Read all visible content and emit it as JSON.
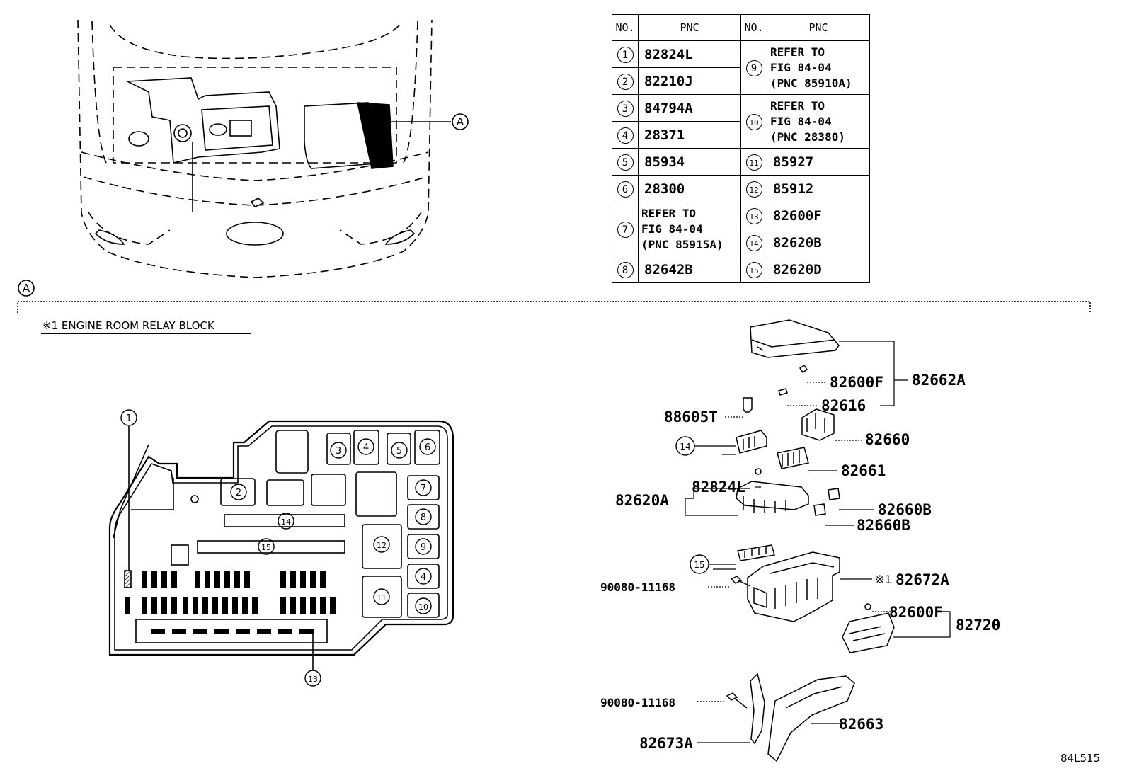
{
  "table": {
    "header": {
      "no": "NO.",
      "pnc": "PNC"
    },
    "rows": [
      {
        "no": "1",
        "pnc": "82824L"
      },
      {
        "no": "2",
        "pnc": "82210J"
      },
      {
        "no": "3",
        "pnc": "84794A"
      },
      {
        "no": "4",
        "pnc": "28371"
      },
      {
        "no": "5",
        "pnc": "85934"
      },
      {
        "no": "6",
        "pnc": "28300"
      },
      {
        "no": "7",
        "pnc": [
          "REFER TO",
          "FIG 84-04",
          "(PNC 85915A)"
        ]
      },
      {
        "no": "8",
        "pnc": "82642B"
      },
      {
        "no": "9",
        "pnc": [
          "REFER TO",
          "FIG 84-04",
          "(PNC 85910A)"
        ]
      },
      {
        "no": "10",
        "pnc": [
          "REFER TO",
          "FIG 84-04",
          "(PNC 28380)"
        ]
      },
      {
        "no": "11",
        "pnc": "85927"
      },
      {
        "no": "12",
        "pnc": "85912"
      },
      {
        "no": "13",
        "pnc": "82600F"
      },
      {
        "no": "14",
        "pnc": "82620B"
      },
      {
        "no": "15",
        "pnc": "82620D"
      }
    ]
  },
  "callout_a": "A",
  "section_title": "※1 ENGINE ROOM RELAY BLOCK",
  "parts": {
    "p82662A": "82662A",
    "p82600F_top": "82600F",
    "p82616": "82616",
    "p88605T": "88605T",
    "p82660": "82660",
    "p82661": "82661",
    "p82824L": "82824L",
    "p82620A": "82620A",
    "p82660B_1": "82660B",
    "p82660B_2": "82660B",
    "p82672A_mark": "※1",
    "p82672A": "82672A",
    "p90080_1": "90080-11168",
    "p82600F_bot": "82600F",
    "p82720": "82720",
    "p90080_2": "90080-11168",
    "p82663": "82663",
    "p82673A": "82673A"
  },
  "relay_block_numbers": [
    "1",
    "2",
    "3",
    "4",
    "5",
    "6",
    "7",
    "8",
    "9",
    "4",
    "10",
    "11",
    "12",
    "13",
    "14",
    "15"
  ],
  "figure_id": "84L515"
}
